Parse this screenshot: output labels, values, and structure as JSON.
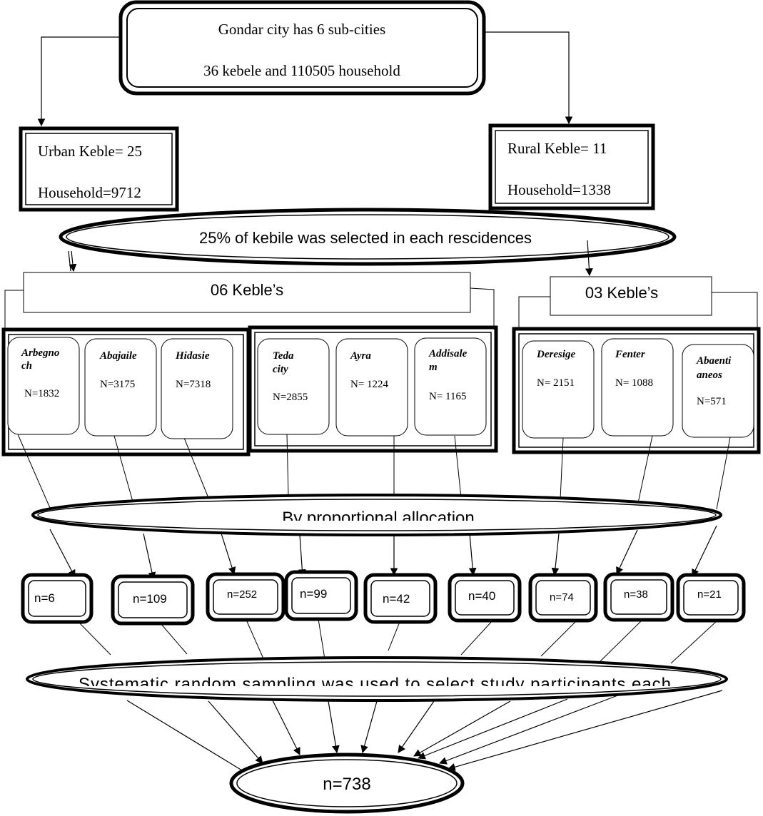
{
  "top_box": {
    "line1": "Gondar city has 6 sub-cities",
    "line2": "36 kebele and 110505 household"
  },
  "urban_box": {
    "line1": "Urban Keble= 25",
    "line2": "Household=9712"
  },
  "rural_box": {
    "line1": "Rural Keble= 11",
    "line2": "Household=1338"
  },
  "selection_ellipse": "25% of kebile was selected in each rescidences",
  "urban_selected": "06 Keble’s",
  "rural_selected": "03 Keble’s",
  "kebeles": [
    {
      "name_line1": "Arbegno",
      "name_line2": "ch",
      "count": "N=1832"
    },
    {
      "name_line1": "Abajaile",
      "name_line2": "",
      "count": "N=3175"
    },
    {
      "name_line1": "Hidasie",
      "name_line2": "",
      "count": "N=7318"
    },
    {
      "name_line1": "Teda",
      "name_line2": "city",
      "count": "N=2855"
    },
    {
      "name_line1": "Ayra",
      "name_line2": "",
      "count": "N= 1224"
    },
    {
      "name_line1": "Addisale",
      "name_line2": "m",
      "count": "N= 1165"
    },
    {
      "name_line1": "Deresige",
      "name_line2": "",
      "count": "N= 2151"
    },
    {
      "name_line1": "Fenter",
      "name_line2": "",
      "count": "N= 1088"
    },
    {
      "name_line1": "Abaenti",
      "name_line2": "aneos",
      "count": "N=571"
    }
  ],
  "allocation_ellipse": "By proportional allocation",
  "samples": [
    "n=6",
    "n=109",
    "n=252",
    "n=99",
    "n=42",
    "n=40",
    "n=74",
    "n=38",
    "n=21"
  ],
  "systematic_ellipse": "Systematic random sampling was used to select study participants each",
  "total_ellipse": "n=738"
}
